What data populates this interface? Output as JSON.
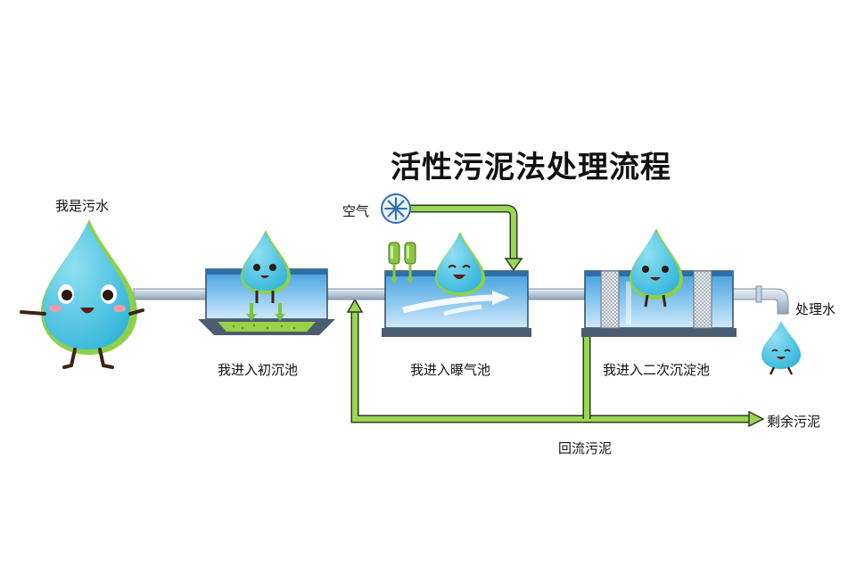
{
  "title": "活性污泥法处理流程",
  "labels": {
    "sewage": "我是污水",
    "primary_tank": "我进入初沉池",
    "aeration_tank": "我进入曝气池",
    "secondary_tank": "我进入二次沉淀池",
    "air": "空气",
    "treated_water": "处理水",
    "excess_sludge": "剩余污泥",
    "return_sludge": "回流污泥"
  },
  "colors": {
    "water_blue": "#5bc2e7",
    "tank_water": "#4aa8e0",
    "pipe": "#c8d6e6",
    "arrow_green": "#7cc242",
    "sludge_green": "#8cc63f",
    "drop_body": "#4fc3e0",
    "drop_shadow": "#8dd04a"
  },
  "icons": [
    "air-fan-icon",
    "air-diffuser-icon",
    "water-drop-mascot-icon"
  ]
}
